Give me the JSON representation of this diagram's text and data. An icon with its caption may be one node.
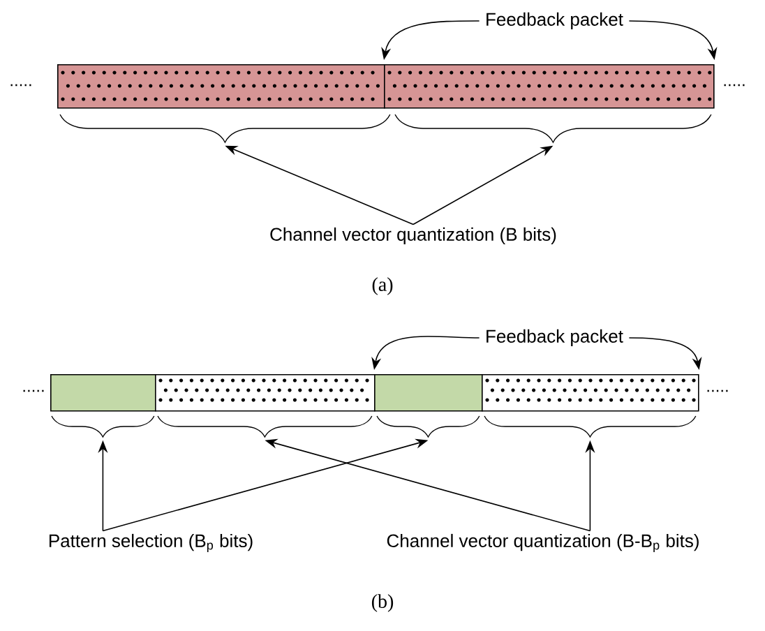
{
  "diagram": {
    "nodes": [
      {
        "text": [
          "Feedback packet"
        ]
      },
      {
        "text": [],
        "shape": "box"
      },
      {
        "text": [],
        "shape": "box"
      },
      {
        "text": [],
        "shape": "brace"
      },
      {
        "text": [],
        "shape": "brace"
      },
      {
        "text": [
          "Channel vector quantization (B bits)"
        ]
      },
      {
        "text": [
          "Feedback packet"
        ]
      },
      {
        "text": [],
        "shape": "box"
      },
      {
        "text": [],
        "shape": "box"
      },
      {
        "text": [],
        "shape": "box"
      },
      {
        "text": [],
        "shape": "box"
      },
      {
        "text": [],
        "shape": "brace"
      },
      {
        "text": [],
        "shape": "brace"
      },
      {
        "text": [],
        "shape": "brace"
      },
      {
        "text": [],
        "shape": "brace"
      },
      {
        "text": [
          "Pattern selection (B$_{p}$ bits)"
        ]
      },
      {
        "text": [
          "Channel vector quantization (B-B$_{p}$ bits)"
        ]
      }
    ],
    "edges": [
      {
        "from": 0,
        "to": 2,
        "arrow": "to"
      },
      {
        "from": 0,
        "to": 2,
        "arrow": "to"
      },
      {
        "from": 5,
        "to": 3,
        "arrow": "to"
      },
      {
        "from": 5,
        "to": 4,
        "arrow": "to"
      },
      {
        "from": 6,
        "to": 9,
        "arrow": "to"
      },
      {
        "from": 6,
        "to": 10,
        "arrow": "to"
      },
      {
        "from": 15,
        "to": 11,
        "arrow": "to"
      },
      {
        "from": 15,
        "to": 13,
        "arrow": "to"
      },
      {
        "from": 16,
        "to": 14,
        "arrow": "to"
      },
      {
        "from": 16,
        "to": 12,
        "arrow": "to"
      }
    ],
    "labels": [
      ".....",
      ".....",
      "(a)",
      ".....",
      ".....",
      "(b)"
    ]
  }
}
